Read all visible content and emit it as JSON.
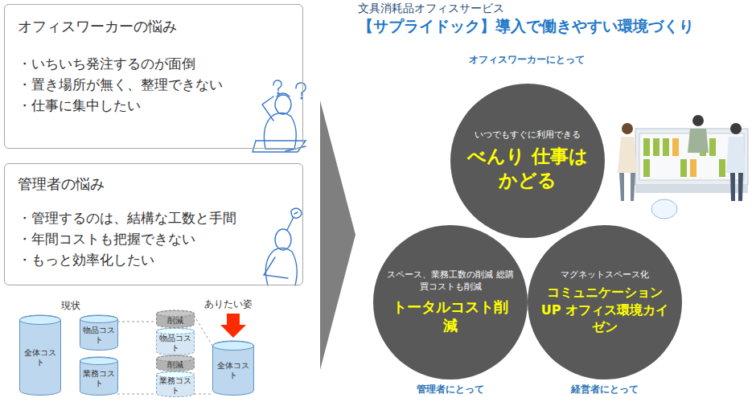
{
  "diagram": {
    "title": "【サプライドック】導入で働きやすい環境づくり",
    "nodes": [
      {
        "text": [
          "オフィスワーカーの悩み",
          "・いちいち発注するのが面倒",
          "・置き場所が無く、整理できない",
          "・仕事に集中したい"
        ]
      },
      {
        "text": [
          "管理者の悩み",
          "・管理するのは、結構な工数と手間",
          "・年間コストも把握できない",
          "・もっと効率化したい"
        ]
      },
      {
        "text": [
          "全体コスト"
        ]
      },
      {
        "text": [
          "物品コスト"
        ]
      },
      {
        "text": [
          "業務コスト"
        ]
      },
      {
        "text": [
          "削減"
        ]
      },
      {
        "text": [
          "物品コスト"
        ]
      },
      {
        "text": [
          "削減"
        ]
      },
      {
        "text": [
          "業務コスト"
        ]
      },
      {
        "text": [
          "全体コスト"
        ]
      },
      {
        "text": [
          "いつでもすぐに利用できる",
          "べんり 仕事はかどる"
        ]
      },
      {
        "text": [
          "スペース、業務工数の削減 総購買コストも削減",
          "トータルコスト削減"
        ]
      },
      {
        "text": [
          "マグネットスペース化",
          "コミュニケーションUP オフィス環境カイゼン"
        ]
      }
    ],
    "labels": [
      "文具消耗品オフィスサービス",
      "オフィスワーカーにとって",
      "管理者にとって",
      "経営者にとって",
      "現状",
      "ありたい姿"
    ]
  }
}
